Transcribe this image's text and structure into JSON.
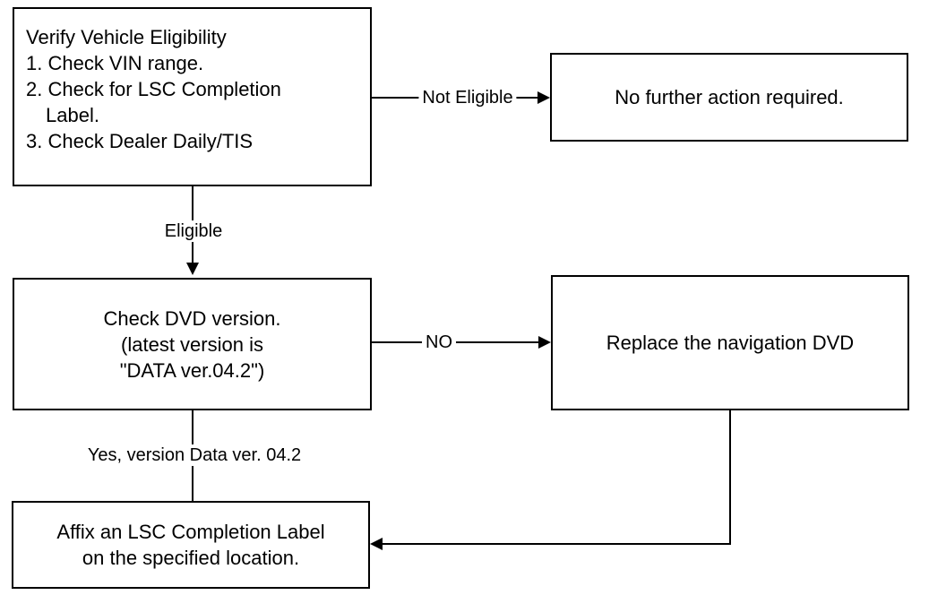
{
  "diagram": {
    "title": "Vehicle eligibility / navigation DVD flowchart",
    "colors": {
      "line": "#000000",
      "background": "#ffffff",
      "text": "#000000"
    },
    "nodes": {
      "verify": {
        "lines": [
          "Verify Vehicle Eligibility",
          "1. Check VIN range.",
          "2. Check for LSC Completion",
          "Label.",
          "3. Check Dealer Daily/TIS"
        ]
      },
      "no_action": {
        "label": "No further action required."
      },
      "check_dvd": {
        "lines": [
          "Check DVD version.",
          "(latest version is",
          "\"DATA ver.04.2\")"
        ]
      },
      "replace_dvd": {
        "label": "Replace the navigation DVD"
      },
      "affix_label": {
        "lines": [
          "Affix an LSC Completion Label",
          "on the specified location."
        ]
      }
    },
    "edges": {
      "not_eligible": {
        "label": "Not Eligible"
      },
      "eligible": {
        "label": "Eligible"
      },
      "no": {
        "label": "NO"
      },
      "yes_version": {
        "label": "Yes, version Data ver. 04.2"
      },
      "replace_to_affix": {
        "label": ""
      }
    }
  }
}
